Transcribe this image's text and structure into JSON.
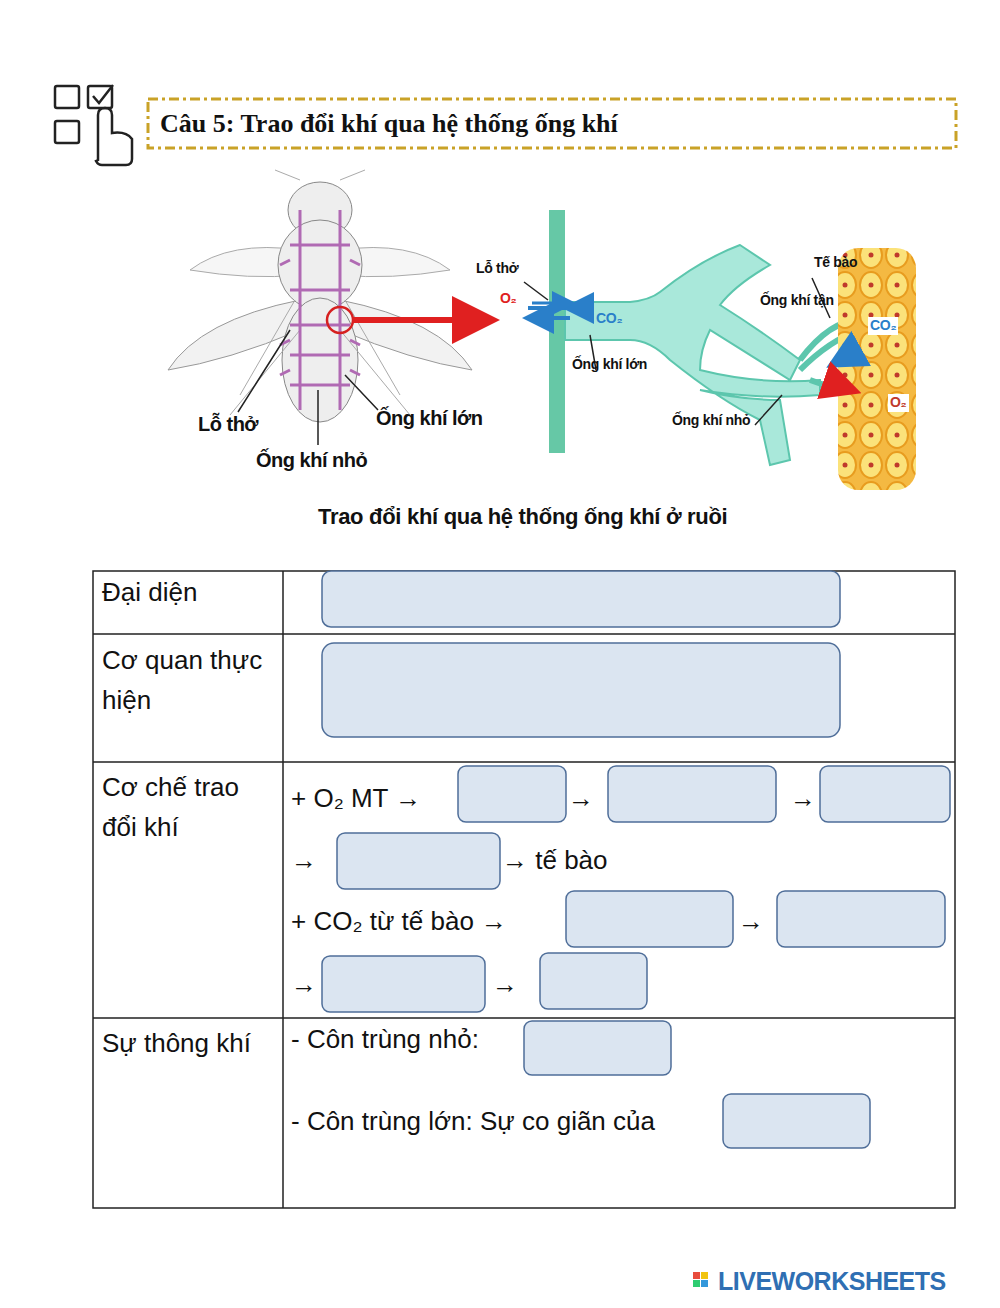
{
  "diagram": {
    "title": "Câu 5: Trao đổi khí qua hệ thống ống khí",
    "caption": "Trao đổi khí qua hệ thống ống khí ở ruồi",
    "labels": [
      "Lỗ thở",
      "Ống khí nhỏ",
      "Ống khí lớn",
      "Lỗ thở",
      "O₂",
      "CO₂",
      "Ống khí lớn",
      "Ống khí nhỏ",
      "Tế bào",
      "Ống khí tận",
      "CO₂",
      "O₂",
      "Đại diện",
      "Cơ quan thực hiện",
      "Cơ chế trao đổi khí",
      "+ O₂ MT →",
      "→",
      "→",
      "→",
      "→ tế bào",
      "+ CO₂ từ tế bào →",
      "→",
      "→",
      "→",
      "Sự thông khí",
      "- Côn trùng nhỏ:",
      "- Côn trùng lớn: Sự co giãn của",
      "LIVEWORKSHEETS"
    ]
  }
}
